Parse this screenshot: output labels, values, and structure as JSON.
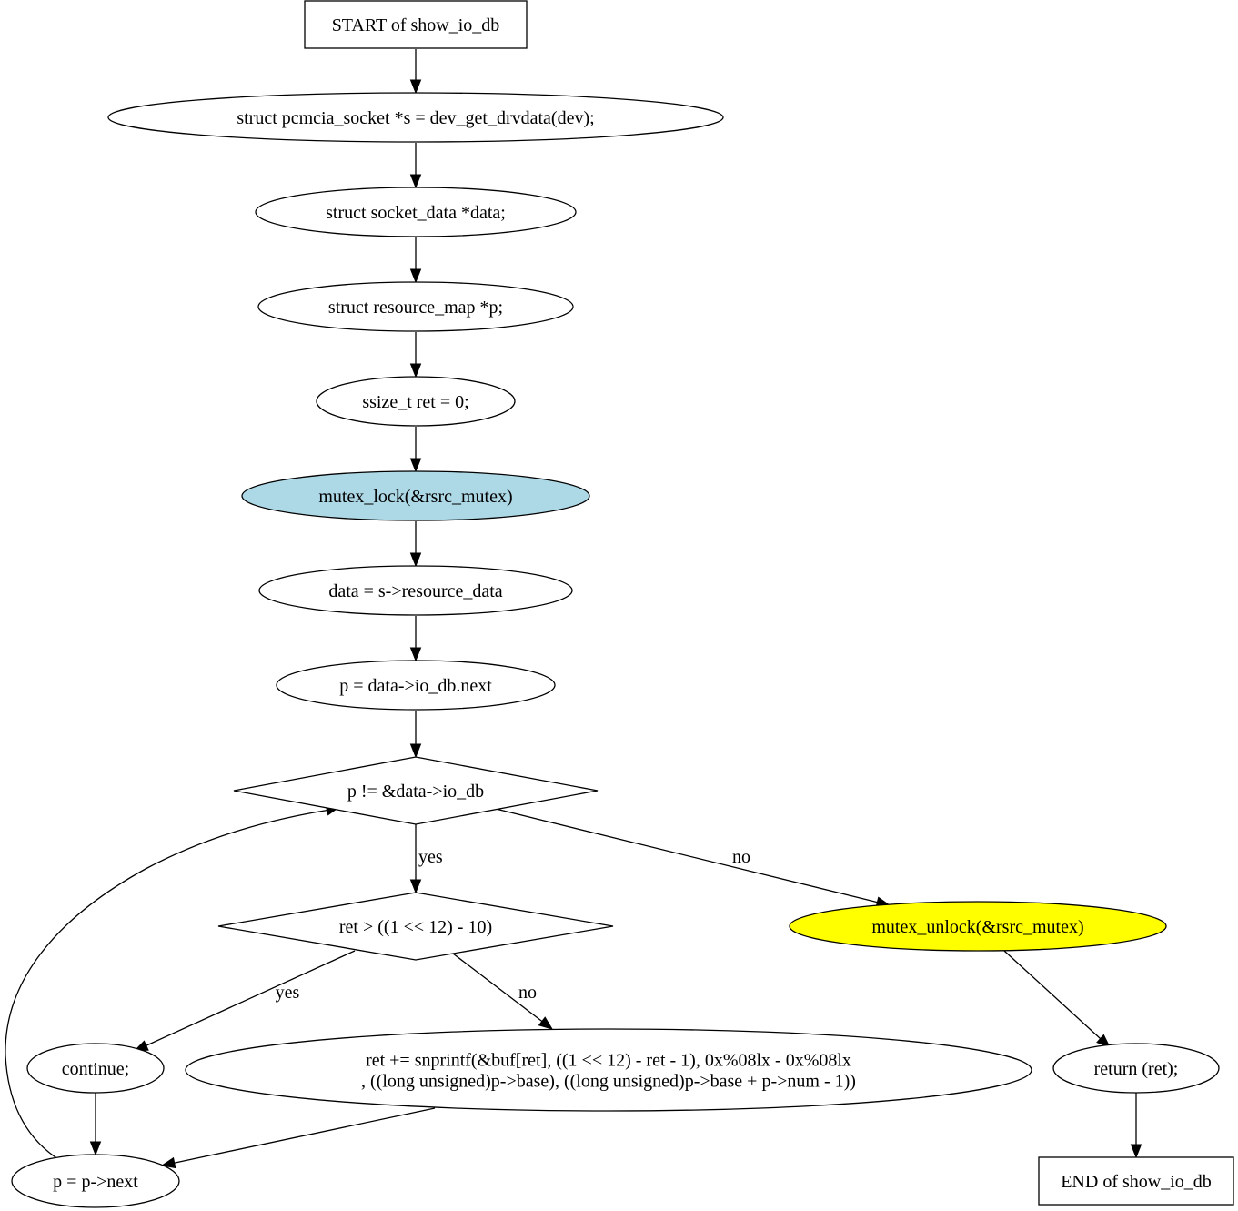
{
  "diagram": {
    "type": "control-flow-graph",
    "function_name": "show_io_db",
    "colors": {
      "default_fill": "#ffffff",
      "lock_fill": "#add8e6",
      "unlock_fill": "#ffff00",
      "stroke": "#000000"
    },
    "nodes": [
      {
        "id": "start",
        "shape": "box",
        "fill": "#ffffff",
        "lines": [
          "START of show_io_db"
        ]
      },
      {
        "id": "n1",
        "shape": "ellipse",
        "fill": "#ffffff",
        "lines": [
          "struct pcmcia_socket *s = dev_get_drvdata(dev);"
        ]
      },
      {
        "id": "n2",
        "shape": "ellipse",
        "fill": "#ffffff",
        "lines": [
          "struct socket_data *data;"
        ]
      },
      {
        "id": "n3",
        "shape": "ellipse",
        "fill": "#ffffff",
        "lines": [
          "struct resource_map *p;"
        ]
      },
      {
        "id": "n4",
        "shape": "ellipse",
        "fill": "#ffffff",
        "lines": [
          "ssize_t ret = 0;"
        ]
      },
      {
        "id": "n5",
        "shape": "ellipse",
        "fill": "#add8e6",
        "lines": [
          "mutex_lock(&rsrc_mutex)"
        ]
      },
      {
        "id": "n6",
        "shape": "ellipse",
        "fill": "#ffffff",
        "lines": [
          "data = s->resource_data"
        ]
      },
      {
        "id": "n7",
        "shape": "ellipse",
        "fill": "#ffffff",
        "lines": [
          "p = data->io_db.next"
        ]
      },
      {
        "id": "d1",
        "shape": "diamond",
        "fill": "#ffffff",
        "lines": [
          "p != &data->io_db"
        ]
      },
      {
        "id": "d2",
        "shape": "diamond",
        "fill": "#ffffff",
        "lines": [
          "ret > ((1 << 12) - 10)"
        ]
      },
      {
        "id": "n8",
        "shape": "ellipse",
        "fill": "#ffff00",
        "lines": [
          "mutex_unlock(&rsrc_mutex)"
        ]
      },
      {
        "id": "n9",
        "shape": "ellipse",
        "fill": "#ffffff",
        "lines": [
          "continue;"
        ]
      },
      {
        "id": "n10",
        "shape": "ellipse",
        "fill": "#ffffff",
        "lines": [
          "ret += snprintf(&buf[ret], ((1 << 12) - ret - 1), 0x%08lx - 0x%08lx",
          ", ((long unsigned)p->base), ((long unsigned)p->base + p->num - 1))"
        ]
      },
      {
        "id": "n11",
        "shape": "ellipse",
        "fill": "#ffffff",
        "lines": [
          "return (ret);"
        ]
      },
      {
        "id": "n12",
        "shape": "ellipse",
        "fill": "#ffffff",
        "lines": [
          "p = p->next"
        ]
      },
      {
        "id": "end",
        "shape": "box",
        "fill": "#ffffff",
        "lines": [
          "END of show_io_db"
        ]
      }
    ],
    "edges": [
      {
        "from": "start",
        "to": "n1",
        "label": ""
      },
      {
        "from": "n1",
        "to": "n2",
        "label": ""
      },
      {
        "from": "n2",
        "to": "n3",
        "label": ""
      },
      {
        "from": "n3",
        "to": "n4",
        "label": ""
      },
      {
        "from": "n4",
        "to": "n5",
        "label": ""
      },
      {
        "from": "n5",
        "to": "n6",
        "label": ""
      },
      {
        "from": "n6",
        "to": "n7",
        "label": ""
      },
      {
        "from": "n7",
        "to": "d1",
        "label": ""
      },
      {
        "from": "d1",
        "to": "d2",
        "label": "yes"
      },
      {
        "from": "d1",
        "to": "n8",
        "label": "no"
      },
      {
        "from": "d2",
        "to": "n9",
        "label": "yes"
      },
      {
        "from": "d2",
        "to": "n10",
        "label": "no"
      },
      {
        "from": "n8",
        "to": "n11",
        "label": ""
      },
      {
        "from": "n9",
        "to": "n12",
        "label": ""
      },
      {
        "from": "n10",
        "to": "n12",
        "label": ""
      },
      {
        "from": "n11",
        "to": "end",
        "label": ""
      },
      {
        "from": "n12",
        "to": "d1",
        "label": ""
      }
    ]
  }
}
